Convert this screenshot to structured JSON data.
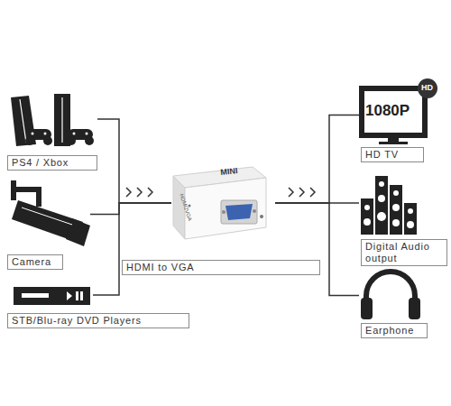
{
  "diagram": {
    "nodes": [
      {
        "text": [
          "PS4 / Xbox"
        ]
      },
      {
        "text": [
          "Camera"
        ]
      },
      {
        "text": [
          "STB/Blu-ray DVD Players"
        ]
      },
      {
        "text": [
          "HDMI to VGA"
        ]
      },
      {
        "text": [
          "HD TV"
        ]
      },
      {
        "text": [
          "Digital Audio output"
        ]
      },
      {
        "text": [
          "Earphone"
        ]
      }
    ],
    "edges": [
      {
        "from": 0,
        "to": 3,
        "arrow": "none"
      },
      {
        "from": 1,
        "to": 3,
        "arrow": "none"
      },
      {
        "from": 2,
        "to": 3,
        "arrow": "none"
      },
      {
        "from": 3,
        "to": 4,
        "arrow": "none"
      },
      {
        "from": 3,
        "to": 5,
        "arrow": "none"
      },
      {
        "from": 3,
        "to": 6,
        "arrow": "none"
      }
    ],
    "labels": [
      "MINI",
      "HDMI2VGA",
      "1080P",
      "HD"
    ]
  }
}
